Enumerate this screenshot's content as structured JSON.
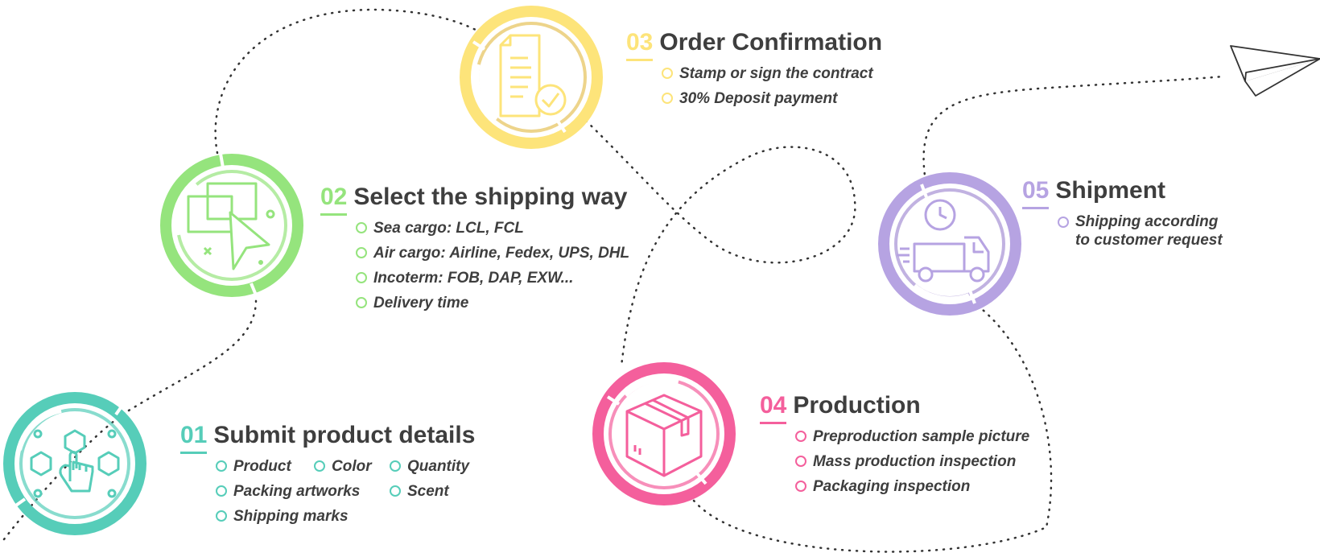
{
  "steps": [
    {
      "id": "01",
      "number": "01",
      "title": "Submit product details",
      "color": "#56cdb9",
      "icon": "hand-touch-hexagons-icon",
      "bullets": [
        "Product",
        "Color",
        "Quantity",
        "Packing artworks",
        "Scent",
        "Shipping marks"
      ]
    },
    {
      "id": "02",
      "number": "02",
      "title": "Select the shipping way",
      "color": "#95e47d",
      "icon": "cursor-windows-icon",
      "bullets": [
        "Sea cargo: LCL, FCL",
        "Air cargo: Airline, Fedex, UPS, DHL",
        "Incoterm: FOB, DAP, EXW...",
        "Delivery time"
      ]
    },
    {
      "id": "03",
      "number": "03",
      "title": "Order Confirmation",
      "color": "#fde47a",
      "icon": "document-check-icon",
      "bullets": [
        "Stamp or sign the contract",
        "30% Deposit payment"
      ]
    },
    {
      "id": "04",
      "number": "04",
      "title": "Production",
      "color": "#f45f9c",
      "icon": "package-box-icon",
      "bullets": [
        "Preproduction sample picture",
        "Mass production inspection",
        "Packaging inspection"
      ]
    },
    {
      "id": "05",
      "number": "05",
      "title": "Shipment",
      "color": "#b6a3e2",
      "icon": "delivery-truck-clock-icon",
      "bullets": [
        "Shipping according\nto customer request"
      ]
    }
  ],
  "decorations": {
    "path_color": "#333333",
    "end_icon": "paper-plane-icon"
  }
}
